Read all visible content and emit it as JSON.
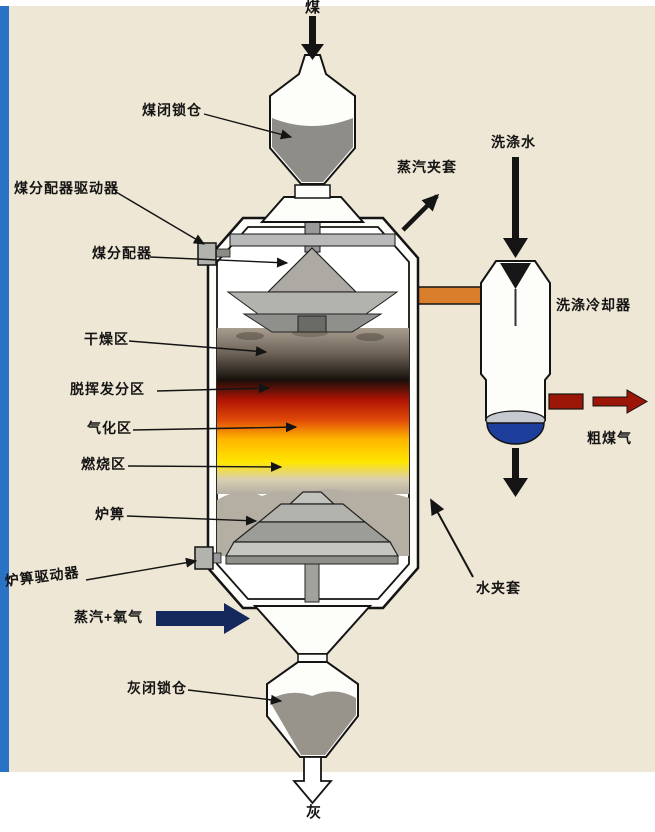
{
  "labels": {
    "coal": "煤",
    "coal_lock_hopper": "煤闭锁仓",
    "coal_distributor_driver": "煤分配器驱动器",
    "coal_distributor": "煤分配器",
    "drying_zone": "干燥区",
    "devolatilization_zone": "脱挥发分区",
    "gasification_zone": "气化区",
    "combustion_zone": "燃烧区",
    "grate": "炉箅",
    "grate_driver": "炉箅驱动器",
    "steam_plus_oxygen": "蒸汽+氧气",
    "ash_lock_hopper": "灰闭锁仓",
    "ash": "灰",
    "steam_jacket": "蒸汽夹套",
    "washing_water": "洗涤水",
    "wash_cooler": "洗涤冷却器",
    "raw_coal_gas": "粗煤气",
    "water_jacket": "水夹套"
  },
  "colors": {
    "page_background": "#efe7d5",
    "left_bar_blue": "#2a72c6",
    "vessel_fill": "#fdfdfa",
    "pipe_orange": "#d97f2b",
    "raw_gas_red": "#9c1608",
    "steam_oxygen_navy": "#16295c",
    "cooler_bottom_blue": "#1e3e9c",
    "dry_zone_top": "#a89d8f",
    "dry_zone_bottom": "#16100c",
    "devol_red": "#b01404",
    "flame_orange": "#e04a08",
    "flame_yellow": "#ffe600",
    "combustion_fade_gray": "#b5afa3",
    "ash_gray": "#98948c",
    "metal_gray": "#b3b3ae",
    "coal_gray": "#8f8d88"
  }
}
